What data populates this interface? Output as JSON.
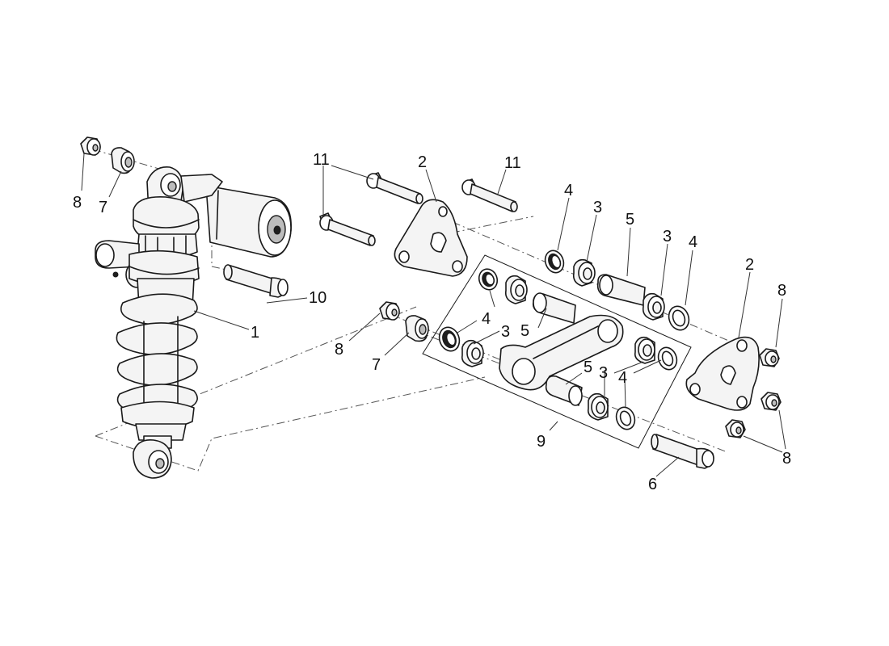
{
  "callouts": {
    "c1": "1",
    "c2a": "2",
    "c2b": "2",
    "c3a": "3",
    "c3b": "3",
    "c3c": "3",
    "c3d": "3",
    "c4a": "4",
    "c4b": "4",
    "c4c": "4",
    "c4d": "4",
    "c5a": "5",
    "c5b": "5",
    "c5c": "5",
    "c6": "6",
    "c7a": "7",
    "c7b": "7",
    "c8a": "8",
    "c8b": "8",
    "c8c": "8",
    "c8d": "8",
    "c9": "9",
    "c10": "10",
    "c11a": "11",
    "c11b": "11"
  }
}
